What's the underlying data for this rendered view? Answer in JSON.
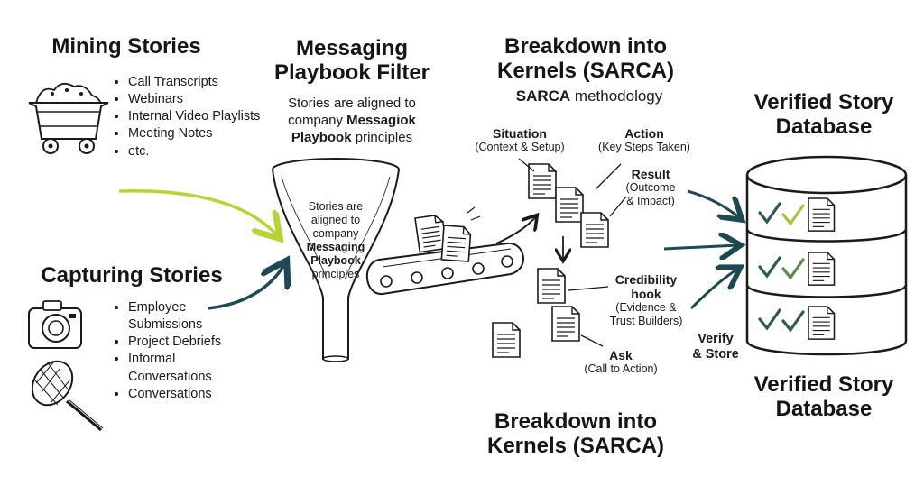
{
  "mining": {
    "title": "Mining Stories",
    "items": [
      "Call Transcripts",
      "Webinars",
      "Internal Video Playlists",
      "Meeting Notes",
      "etc."
    ]
  },
  "capturing": {
    "title": "Capturing Stories",
    "items": [
      "Employee Submissions",
      "Project Debriefs",
      "Informal Conversations",
      "Conversations"
    ]
  },
  "filter": {
    "title_line1": "Messaging",
    "title_line2": "Playbook Filter",
    "desc_pre": "Stories are aligned to company",
    "desc_bold1": "Messagiok",
    "desc_bold2": "Playbook",
    "desc_post": "principles",
    "funnel_pre": "Stories are aligned to company",
    "funnel_bold": "Messaging Playbook",
    "funnel_post": "principles"
  },
  "sarca": {
    "title_line1": "Breakdown into",
    "title_line2": "Kernels (SARCA)",
    "method_bold": "SARCA",
    "method_rest": "methodology",
    "situation": {
      "label": "Situation",
      "detail": "(Context & Setup)"
    },
    "action": {
      "label": "Action",
      "detail": "(Key Steps Taken)"
    },
    "result": {
      "label": "Result",
      "detail_line1": "(Outcome",
      "detail_line2": "& Impact)"
    },
    "credibility": {
      "label_line1": "Credibility",
      "label_line2": "hook",
      "detail_line1": "(Evidence &",
      "detail_line2": "Trust Builders)"
    },
    "ask": {
      "label": "Ask",
      "detail": "(Call to Action)"
    },
    "bottom_line1": "Breakdown into",
    "bottom_line2": "Kernels (SARCA)"
  },
  "database": {
    "title_line1": "Verified Story",
    "title_line2": "Database",
    "verify_line1": "Verify",
    "verify_line2": "& Store",
    "bottom_line1": "Verified Story",
    "bottom_line2": "Database"
  },
  "colors": {
    "ink": "#1a1a1a",
    "lime_arrow": "#b9d334",
    "teal_arrow": "#1d4a50",
    "check_dark": "#2d5a4f",
    "check_lime": "#a6c53a"
  }
}
